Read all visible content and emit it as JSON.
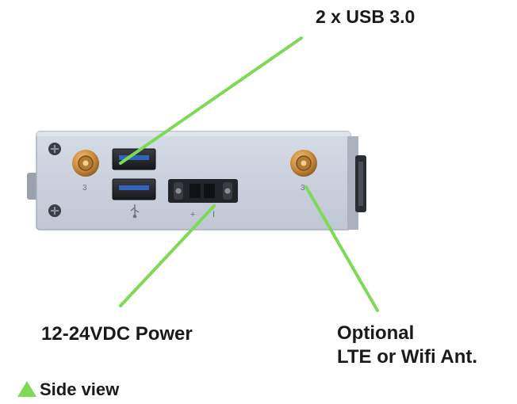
{
  "labels": {
    "usb": "2 x USB 3.0",
    "power": "12-24VDC Power",
    "antenna_line1": "Optional",
    "antenna_line2": "LTE or Wifi Ant."
  },
  "caption": {
    "text": "Side view",
    "marker_icon": "triangle-up-icon"
  },
  "device": {
    "connector_mark_left": "3",
    "connector_mark_right": "3",
    "power_polarity_plus": "+",
    "power_polarity_minus": "I",
    "usb_symbol": "usb-icon"
  },
  "colors": {
    "callout_line": "#7ed957",
    "panel": "#c8d0dc",
    "antenna_gold": "#c98a3a",
    "text": "#1a1a1a"
  }
}
